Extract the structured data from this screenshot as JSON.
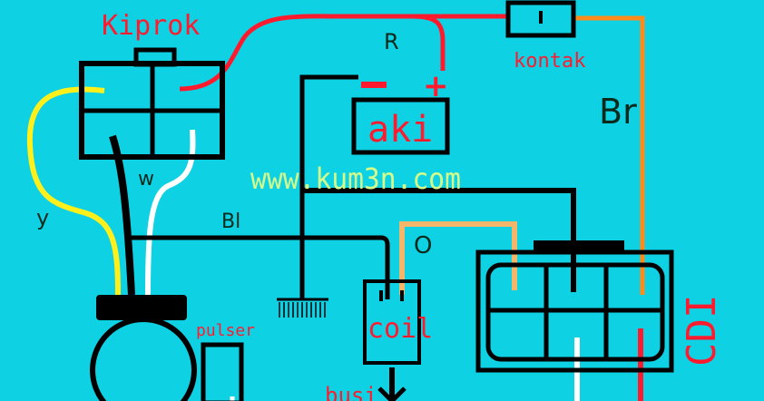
{
  "labels": {
    "kiprok": "Kiprok",
    "r_wire": "R",
    "kontak": "kontak",
    "br_wire": "Br",
    "aki": "aki",
    "aki_minus": "-",
    "aki_plus": "+",
    "watermark": "www.kum3n.com",
    "w_wire": "w",
    "y_wire": "y",
    "bl_wire": "Bl",
    "o_wire": "O",
    "coil": "coil",
    "busi": "busi",
    "pulser": "pulser",
    "cdi": "CDI"
  },
  "colors": {
    "background": "#0fd1e4",
    "outline": "#000000",
    "red": "#ff1a2e",
    "yellow": "#ffef1a",
    "white": "#ffffff",
    "orange": "#ff8c1a",
    "light_orange": "#f4b66a",
    "watermark": "#d6ff8a",
    "dark_text": "#0b2a1c"
  }
}
